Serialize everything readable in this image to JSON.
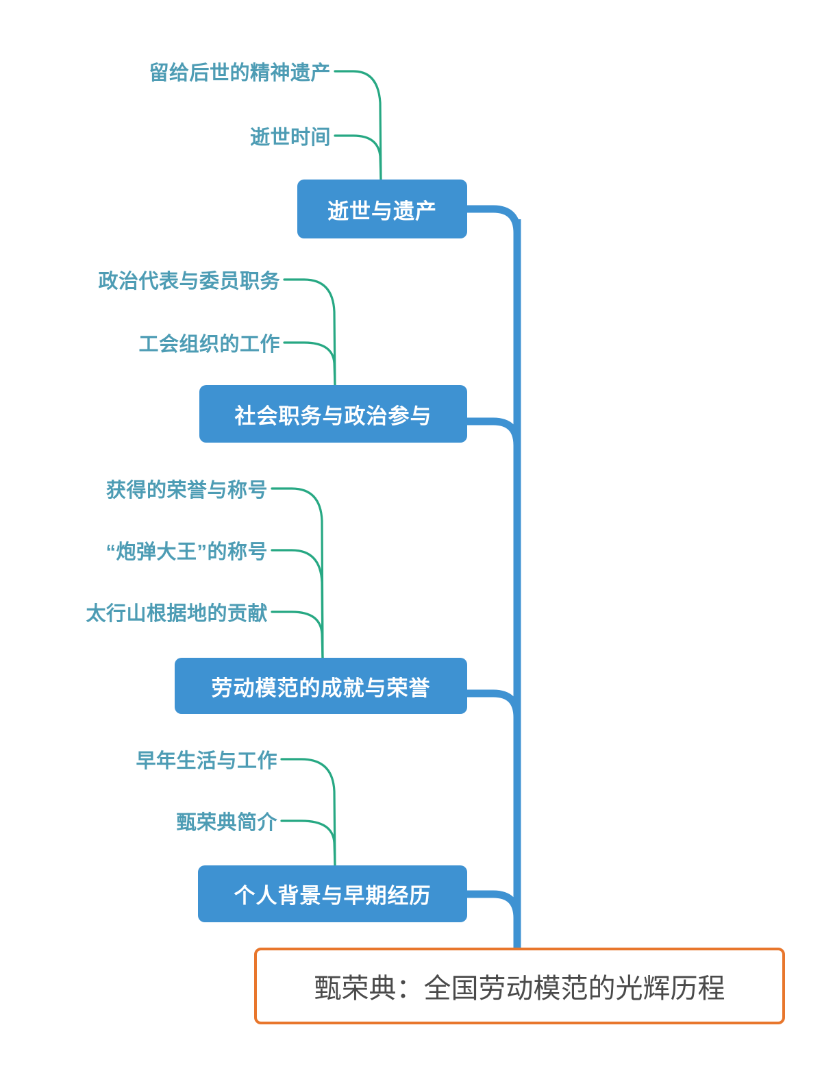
{
  "diagram": {
    "type": "mindmap",
    "title": "甄荣典：全国劳动模范的光辉历程",
    "orientation": "vertical-left",
    "colors": {
      "root_border": "#e8762c",
      "root_text": "#4a4a4a",
      "branch_fill": "#3e92d2",
      "branch_text": "#ffffff",
      "trunk_line": "#3e92d2",
      "leaf_line": "#27a883",
      "leaf_text": "#4d9cb4",
      "background": "#ffffff"
    }
  },
  "root": {
    "label": "甄荣典：全国劳动模范的光辉历程"
  },
  "branches": [
    {
      "id": "branch-death-legacy",
      "label": "逝世与遗产",
      "children": [
        {
          "id": "leaf-spiritual-legacy",
          "label": "留给后世的精神遗产"
        },
        {
          "id": "leaf-death-date",
          "label": "逝世时间"
        }
      ]
    },
    {
      "id": "branch-social-political",
      "label": "社会职务与政治参与",
      "children": [
        {
          "id": "leaf-political-rep",
          "label": "政治代表与委员职务"
        },
        {
          "id": "leaf-union-work",
          "label": "工会组织的工作"
        }
      ]
    },
    {
      "id": "branch-labor-model",
      "label": "劳动模范的成就与荣誉",
      "children": [
        {
          "id": "leaf-honors-titles",
          "label": "获得的荣誉与称号"
        },
        {
          "id": "leaf-shell-king",
          "label": "“炮弹大王”的称号"
        },
        {
          "id": "leaf-taihang-base",
          "label": "太行山根据地的贡献"
        }
      ]
    },
    {
      "id": "branch-background-early",
      "label": "个人背景与早期经历",
      "children": [
        {
          "id": "leaf-early-life",
          "label": "早年生活与工作"
        },
        {
          "id": "leaf-intro",
          "label": "甄荣典简介"
        }
      ]
    }
  ]
}
